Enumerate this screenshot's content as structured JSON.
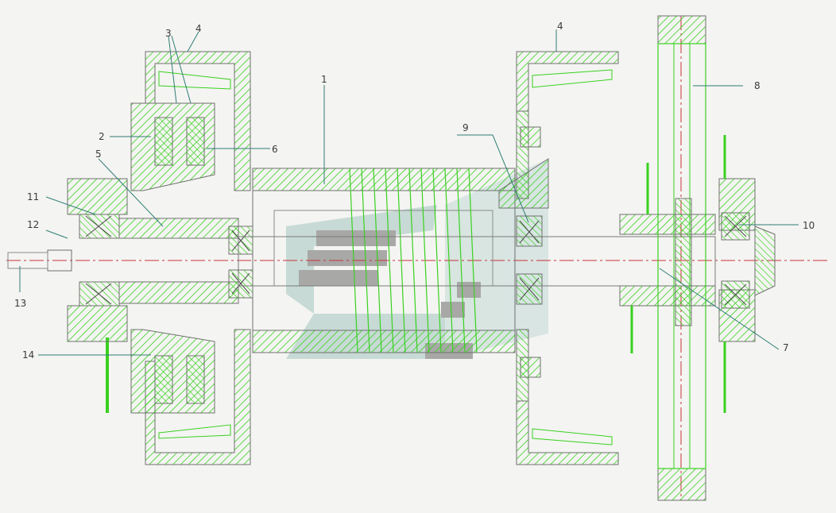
{
  "colors": {
    "background": "#f4f4f2",
    "hatch_green": "#39d11f",
    "outline_gray": "#6f6f6f",
    "centerline_red": "#c8323a",
    "leader_teal": "#2f7d74",
    "watermark_gray": "#9a9a9a",
    "watermark_teal": "#b8d2cc"
  },
  "callouts": {
    "c1": "1",
    "c2": "2",
    "c3": "3",
    "c4_left": "4",
    "c4_right": "4",
    "c5": "5",
    "c6_left": "6",
    "c6_right": "6",
    "c7": "7",
    "c8": "8",
    "c9": "9",
    "c10": "10",
    "c11": "11",
    "c12": "12",
    "c13": "13",
    "c14": "14"
  }
}
